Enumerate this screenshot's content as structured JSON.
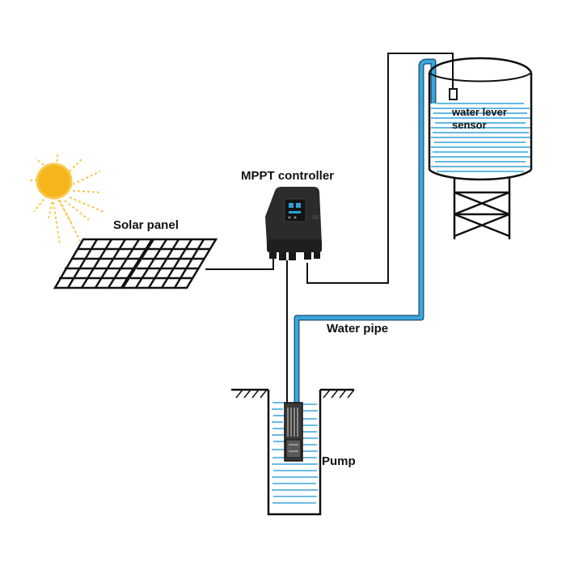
{
  "labels": {
    "mppt_controller": "MPPT controller",
    "solar_panel": "Solar panel",
    "water_pipe": "Water pipe",
    "pump": "Pump",
    "sensor_line1": "water lever",
    "sensor_line2": "sensor"
  },
  "colors": {
    "water_blue": "#3aa6dc",
    "wire_black": "#111111",
    "sun_yellow": "#f7b51c",
    "controller_body": "#2b2b2b",
    "controller_screen_accent": "#2f9fd8"
  },
  "icons": [
    "sun-icon",
    "solar-panel-icon",
    "mppt-controller-icon",
    "water-tank-icon",
    "well-icon",
    "pump-icon"
  ]
}
